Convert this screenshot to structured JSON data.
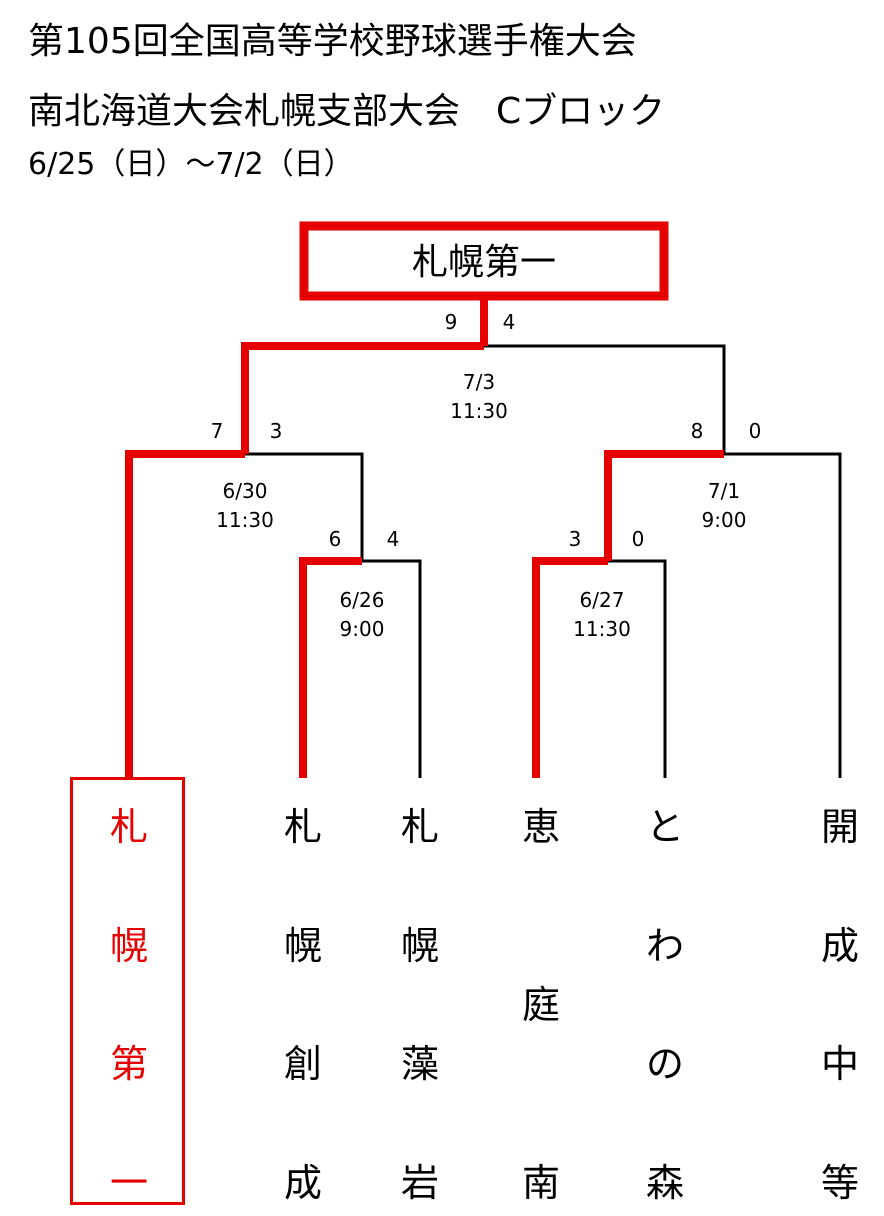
{
  "header": {
    "title": "第105回全国高等学校野球選手権大会",
    "subtitle": "南北海道大会札幌支部大会　Cブロック",
    "dates": "6/25（日）～7/2（日）"
  },
  "champion": "札幌第一",
  "colors": {
    "winner": "#e60000",
    "line": "#000000",
    "background": "#ffffff"
  },
  "teams": [
    {
      "id": "t1",
      "name": [
        "札",
        "幌",
        "第",
        "一"
      ],
      "winner": true
    },
    {
      "id": "t2",
      "name": [
        "札",
        "幌",
        "創",
        "成"
      ],
      "winner": false
    },
    {
      "id": "t3",
      "name": [
        "札",
        "幌",
        "藻",
        "岩"
      ],
      "winner": false
    },
    {
      "id": "t4",
      "name": [
        "恵",
        "庭",
        "南"
      ],
      "winner": false
    },
    {
      "id": "t5",
      "name": [
        "と",
        "わ",
        "の",
        "森"
      ],
      "winner": false
    },
    {
      "id": "t6",
      "name": [
        "開",
        "成",
        "中",
        "等"
      ],
      "winner": false
    }
  ],
  "games": [
    {
      "id": "g1",
      "teams": [
        "t2",
        "t3"
      ],
      "score": [
        "6",
        "4"
      ],
      "date": "6/26",
      "time": "9:00",
      "winner_side": "left"
    },
    {
      "id": "g2",
      "teams": [
        "t4",
        "t5"
      ],
      "score": [
        "3",
        "0"
      ],
      "date": "6/27",
      "time": "11:30",
      "winner_side": "left"
    },
    {
      "id": "g3",
      "teams": [
        "t1",
        "g1"
      ],
      "score": [
        "7",
        "3"
      ],
      "date": "6/30",
      "time": "11:30",
      "winner_side": "left"
    },
    {
      "id": "g4",
      "teams": [
        "g2",
        "t6"
      ],
      "score": [
        "8",
        "0"
      ],
      "date": "7/1",
      "time": "9:00",
      "winner_side": "left"
    },
    {
      "id": "g5",
      "teams": [
        "g3",
        "g4"
      ],
      "score": [
        "9",
        "4"
      ],
      "date": "7/3",
      "time": "11:30",
      "winner_side": "left"
    }
  ]
}
